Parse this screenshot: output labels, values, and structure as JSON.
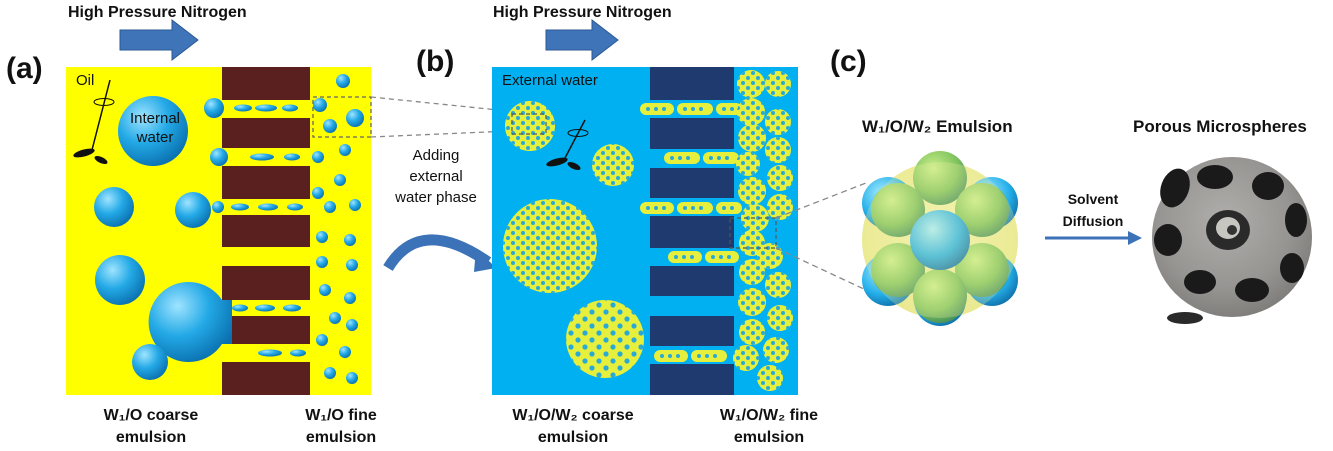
{
  "colors": {
    "oil": "#ffff00",
    "membrane_a": "#5a1f1f",
    "external_water": "#00b0f0",
    "membrane_b": "#1f3a6e",
    "droplet": "#1ea7e8",
    "w1o_droplet": "#e6f03c",
    "arrow": "#3b72b8"
  },
  "header_a": "High Pressure Nitrogen",
  "header_b": "High Pressure Nitrogen",
  "label_a": "(a)",
  "label_b": "(b)",
  "label_c": "(c)",
  "oil_label": "Oil",
  "internal_water_line1": "Internal",
  "internal_water_line2": "water",
  "external_water_label": "External water",
  "adding_line1": "Adding",
  "adding_line2": "external",
  "adding_line3": "water phase",
  "caption_a_coarse_line1": "W₁/O coarse",
  "caption_a_coarse_line2": "emulsion",
  "caption_a_fine_line1": "W₁/O fine",
  "caption_a_fine_line2": "emulsion",
  "caption_b_coarse_line1": "W₁/O/W₂ coarse",
  "caption_b_coarse_line2": "emulsion",
  "caption_b_fine_line1": "W₁/O/W₂ fine",
  "caption_b_fine_line2": "emulsion",
  "emulsion_title": "W₁/O/W₂ Emulsion",
  "microspheres_title": "Porous Microspheres",
  "solvent_line1": "Solvent",
  "solvent_line2": "Diffusion"
}
